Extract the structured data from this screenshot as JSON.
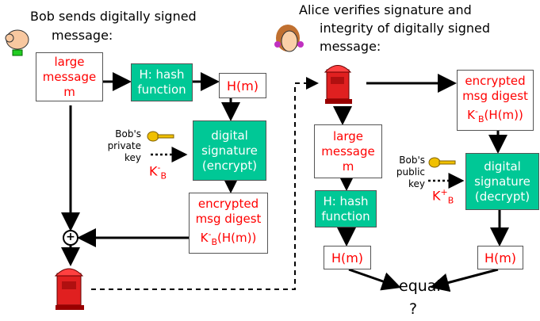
{
  "bob": {
    "title_line1": "Bob sends digitally signed",
    "title_line2": "message:",
    "large_message": [
      "large",
      "message",
      "m"
    ],
    "hash_function": [
      "H: hash",
      "function"
    ],
    "hm": "H(m)",
    "digital_signature": [
      "digital",
      "signature",
      "(encrypt)"
    ],
    "key_label": [
      "Bob's",
      "private",
      "key"
    ],
    "key_symbol": "K",
    "key_sub": "B",
    "key_sup": "-",
    "encrypted_digest": [
      "encrypted",
      "msg digest"
    ],
    "encrypted_formula_k": "K",
    "encrypted_formula_sub": "B",
    "encrypted_formula_sup": "-",
    "encrypted_formula_rest": "(H(m))",
    "plus": "+"
  },
  "alice": {
    "title_line1": "Alice verifies signature and",
    "title_line2": "integrity of digitally signed",
    "title_line3": "message:",
    "encrypted_digest": [
      "encrypted",
      "msg digest"
    ],
    "encrypted_formula_k": "K",
    "encrypted_formula_sub": "B",
    "encrypted_formula_sup": "-",
    "encrypted_formula_rest": "(H(m))",
    "large_message": [
      "large",
      "message",
      "m"
    ],
    "hash_function": [
      "H: hash",
      "function"
    ],
    "hm_left": "H(m)",
    "hm_right": "H(m)",
    "digital_signature": [
      "digital",
      "signature",
      "(decrypt)"
    ],
    "key_label": [
      "Bob's",
      "public",
      "key"
    ],
    "key_symbol": "K",
    "key_sub": "B",
    "key_sup": "+",
    "equal": "equal",
    "question": "?"
  },
  "colors": {
    "green": "#00c896",
    "red": "#ff0000",
    "mailbox": "#e02020",
    "key": "#f0c000"
  }
}
